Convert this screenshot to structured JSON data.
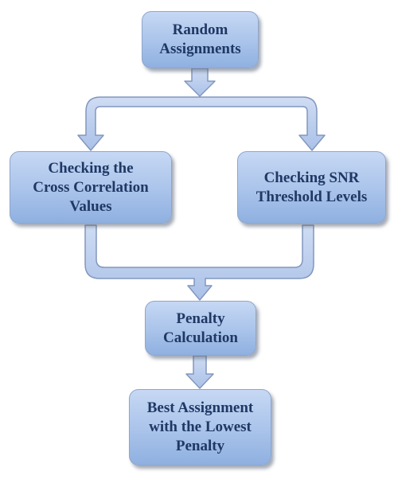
{
  "diagram": {
    "nodes": {
      "random": {
        "lines": [
          "Random",
          "Assignments"
        ]
      },
      "cross": {
        "lines": [
          "Checking the",
          "Cross Correlation",
          "Values"
        ]
      },
      "snr": {
        "lines": [
          "Checking SNR",
          "Threshold Levels"
        ]
      },
      "penalty": {
        "lines": [
          "Penalty",
          "Calculation"
        ]
      },
      "best": {
        "lines": [
          "Best Assignment",
          "with the Lowest",
          "Penalty"
        ]
      }
    },
    "edges": [
      {
        "from": "random",
        "to": "cross"
      },
      {
        "from": "random",
        "to": "snr"
      },
      {
        "from": "cross",
        "to": "penalty"
      },
      {
        "from": "snr",
        "to": "penalty"
      },
      {
        "from": "penalty",
        "to": "best"
      }
    ],
    "colors": {
      "box_fill_top": "#c6d8f4",
      "box_fill_bottom": "#8fb0e0",
      "box_border": "#8fa6c8",
      "text": "#1f3864",
      "connector_fill": "#b8cdef",
      "connector_stroke": "#8297bd"
    }
  }
}
